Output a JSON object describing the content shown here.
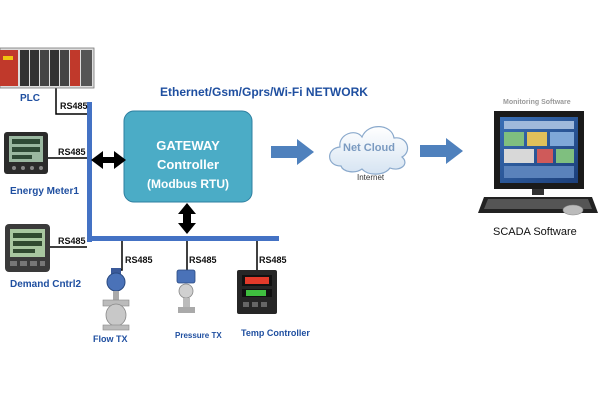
{
  "network_title": "Ethernet/Gsm/Gprs/Wi-Fi NETWORK",
  "gateway": {
    "line1": "GATEWAY",
    "line2": "Controller",
    "line3": "(Modbus RTU)"
  },
  "cloud": {
    "label": "Net Cloud",
    "caption": "Internet"
  },
  "monitoring_label": "Monitoring Software",
  "scada_label": "SCADA Software",
  "left_devices": {
    "plc": "PLC",
    "energy_meter": "Energy Meter1",
    "demand_controller": "Demand Cntrl2"
  },
  "bottom_devices": {
    "flow": "Flow TX",
    "pressure": "Pressure TX",
    "temp": "Temp Controller"
  },
  "protocol": "RS485",
  "colors": {
    "bus": "#4472c4",
    "gateway_fill": "#4bacc6",
    "arrow_blue": "#4f81bd",
    "label_blue": "#1f4fa0"
  }
}
